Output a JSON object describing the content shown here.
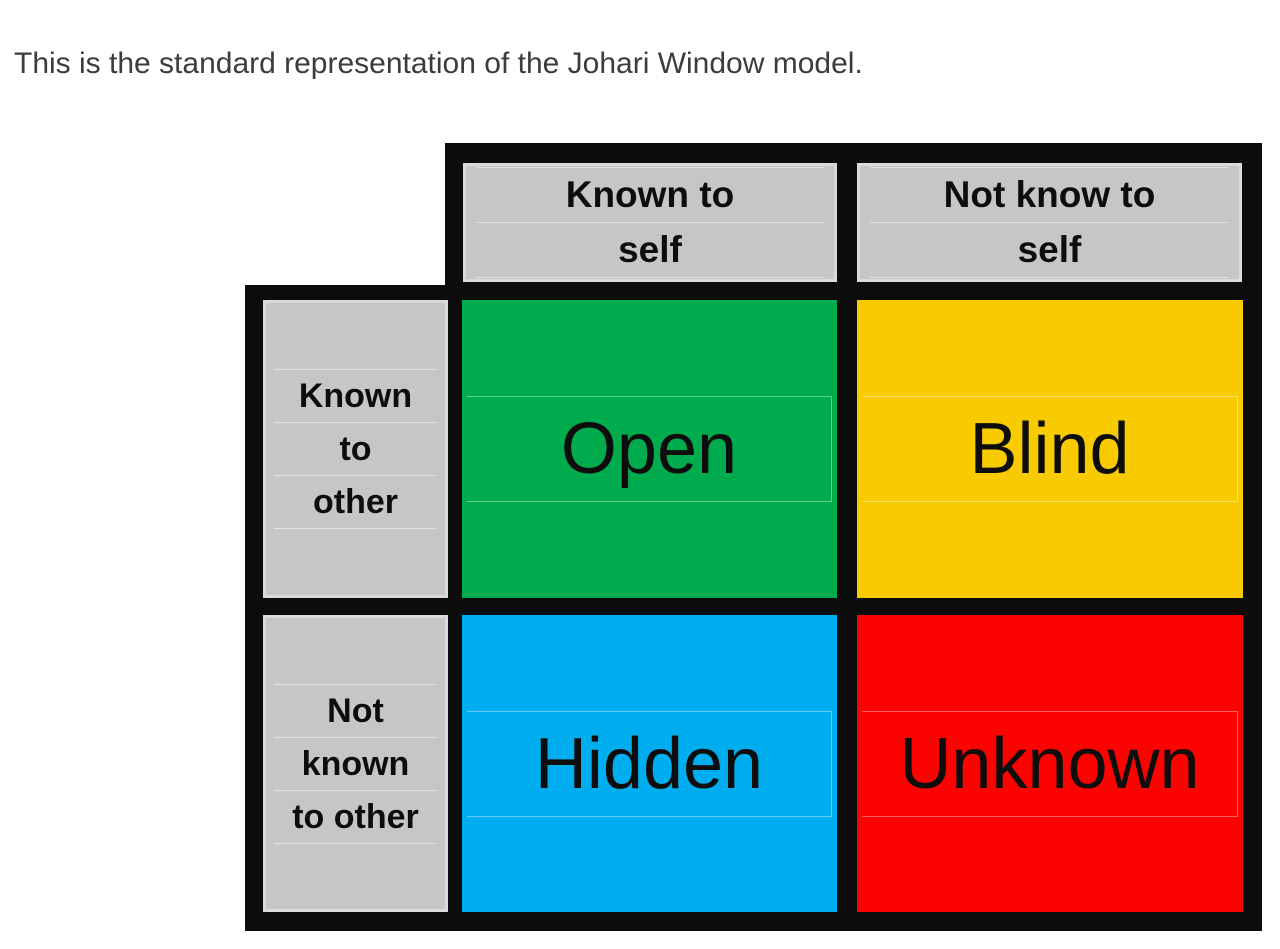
{
  "caption": "This is the standard representation of the Johari Window model.",
  "table": {
    "col_headers": [
      {
        "label": "Known to self",
        "lines": [
          "Known to",
          "self"
        ]
      },
      {
        "label": "Not know to self",
        "lines": [
          "Not know to",
          "self"
        ]
      }
    ],
    "row_headers": [
      {
        "label": "Known to other",
        "lines": [
          "Known",
          "to",
          "other"
        ]
      },
      {
        "label": "Not known to other",
        "lines": [
          "Not",
          "known",
          "to other"
        ]
      }
    ],
    "cells": [
      {
        "label": "Open",
        "color": "#00ab4e"
      },
      {
        "label": "Blind",
        "color": "#f8cb00"
      },
      {
        "label": "Hidden",
        "color": "#00adee"
      },
      {
        "label": "Unknown",
        "color": "#fa0300"
      }
    ],
    "colors": {
      "header_bg": "#c6c6c6",
      "border": "#0c0c0c",
      "label_text": "#0d0d0d",
      "caption_text": "#3c3c3c",
      "background": "#ffffff"
    }
  }
}
